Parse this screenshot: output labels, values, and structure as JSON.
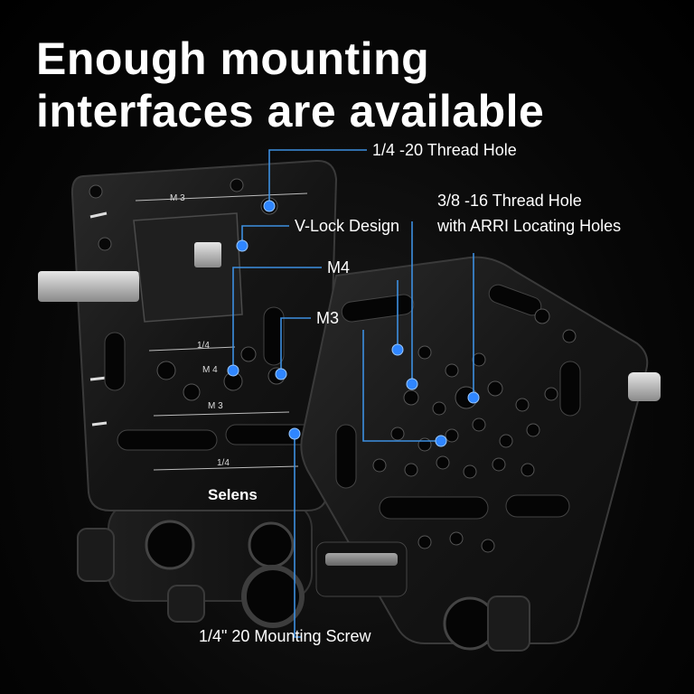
{
  "headline": {
    "line1": "Enough mounting",
    "line2": "interfaces are available"
  },
  "callouts": {
    "thread_quarter": "1/4 -20 Thread Hole",
    "thread_3_8_line1": "3/8 -16 Thread Hole",
    "thread_3_8_line2": "with ARRI Locating Holes",
    "vlock": "V-Lock Design",
    "m4": "M4",
    "m3": "M3",
    "mounting_screw": "1/4\" 20 Mounting Screw"
  },
  "plate_engravings": {
    "m3_top": "M 3",
    "quarter_mid": "1/4",
    "m4": "M 4",
    "m3_mid": "M 3",
    "quarter_bottom": "1/4"
  },
  "brand": "Selens",
  "colors": {
    "background": "#000000",
    "callout_line": "#3d8fe0",
    "callout_dot": "#2f86ff",
    "metal_dark": "#161616",
    "metal_edge": "#3a3a3a"
  }
}
